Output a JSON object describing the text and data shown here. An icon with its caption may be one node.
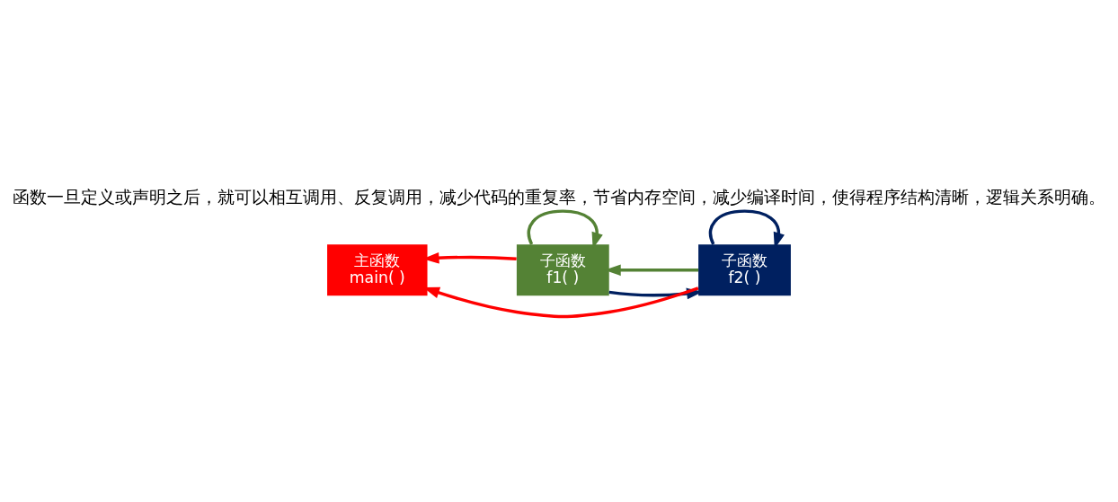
{
  "diagram": {
    "title": "函数一旦定义或声明之后，就可以相互调用、反复调用，减少代码的重复率，节省内存空间，减少编译时间，使得程序结构清晰，逻辑关系明确。",
    "nodes": [
      {
        "text": [
          "主函数",
          "main( )"
        ]
      },
      {
        "text": [
          "子函数",
          "f1( )"
        ]
      },
      {
        "text": [
          "子函数",
          "f2( )"
        ]
      }
    ],
    "edges": [
      {
        "from": 1,
        "to": 1,
        "arrow": "to",
        "color": "#548235"
      },
      {
        "from": 1,
        "to": 2,
        "arrow": "to",
        "color": "#002060"
      },
      {
        "from": 2,
        "to": 2,
        "arrow": "to",
        "color": "#002060"
      },
      {
        "from": 1,
        "to": 0,
        "arrow": "to",
        "color": "#ff0000"
      },
      {
        "from": 2,
        "to": 1,
        "arrow": "to",
        "color": "#548235"
      },
      {
        "from": 2,
        "to": 0,
        "arrow": "to",
        "color": "#ff0000"
      }
    ]
  }
}
